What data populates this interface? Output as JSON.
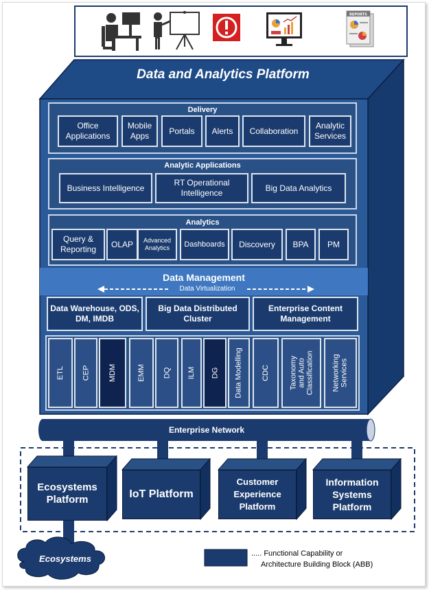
{
  "platform_title": "Data and Analytics Platform",
  "delivery": {
    "title": "Delivery",
    "items": [
      "Office Applications",
      "Mobile Apps",
      "Portals",
      "Alerts",
      "Collaboration",
      "Analytic Services"
    ]
  },
  "analytic_applications": {
    "title": "Analytic Applications",
    "items": [
      "Business Intelligence",
      "RT Operational Intelligence",
      "Big Data Analytics"
    ]
  },
  "analytics": {
    "title": "Analytics",
    "items": [
      "Query & Reporting",
      "OLAP",
      "Advanced Analytics",
      "Dashboards",
      "Discovery",
      "BPA",
      "PM"
    ]
  },
  "data_management": {
    "title": "Data Management",
    "virtualization": "Data Virtualization",
    "stores": [
      "Data Warehouse, ODS, DM, IMDB",
      "Big Data Distributed Cluster",
      "Enterprise Content Management"
    ],
    "capabilities": [
      "ETL",
      "CEP",
      "MDM",
      "EMM",
      "DQ",
      "ILM",
      "DG",
      "Data Modelling",
      "CDC",
      "Taxonomy and Auto Classification",
      "Networking Services"
    ]
  },
  "network": "Enterprise Network",
  "platforms": [
    "Ecosystems Platform",
    "IoT Platform",
    "Customer Experience Platform",
    "Information Systems Platform"
  ],
  "ecosystems": "Ecosystems",
  "legend": {
    "line1": "..... Functional Capability or",
    "line2": "Architecture Building Block (ABB)"
  },
  "icons": [
    "user-at-computer-icon",
    "presenter-icon",
    "alert-icon",
    "dashboard-monitor-icon",
    "reports-icon"
  ],
  "icon_texts": {
    "reports": "REPORTS"
  },
  "colors": {
    "navy": "#10254f",
    "blue": "#1b3b6e",
    "cube": "#234f8c",
    "alert_red": "#d42020"
  }
}
